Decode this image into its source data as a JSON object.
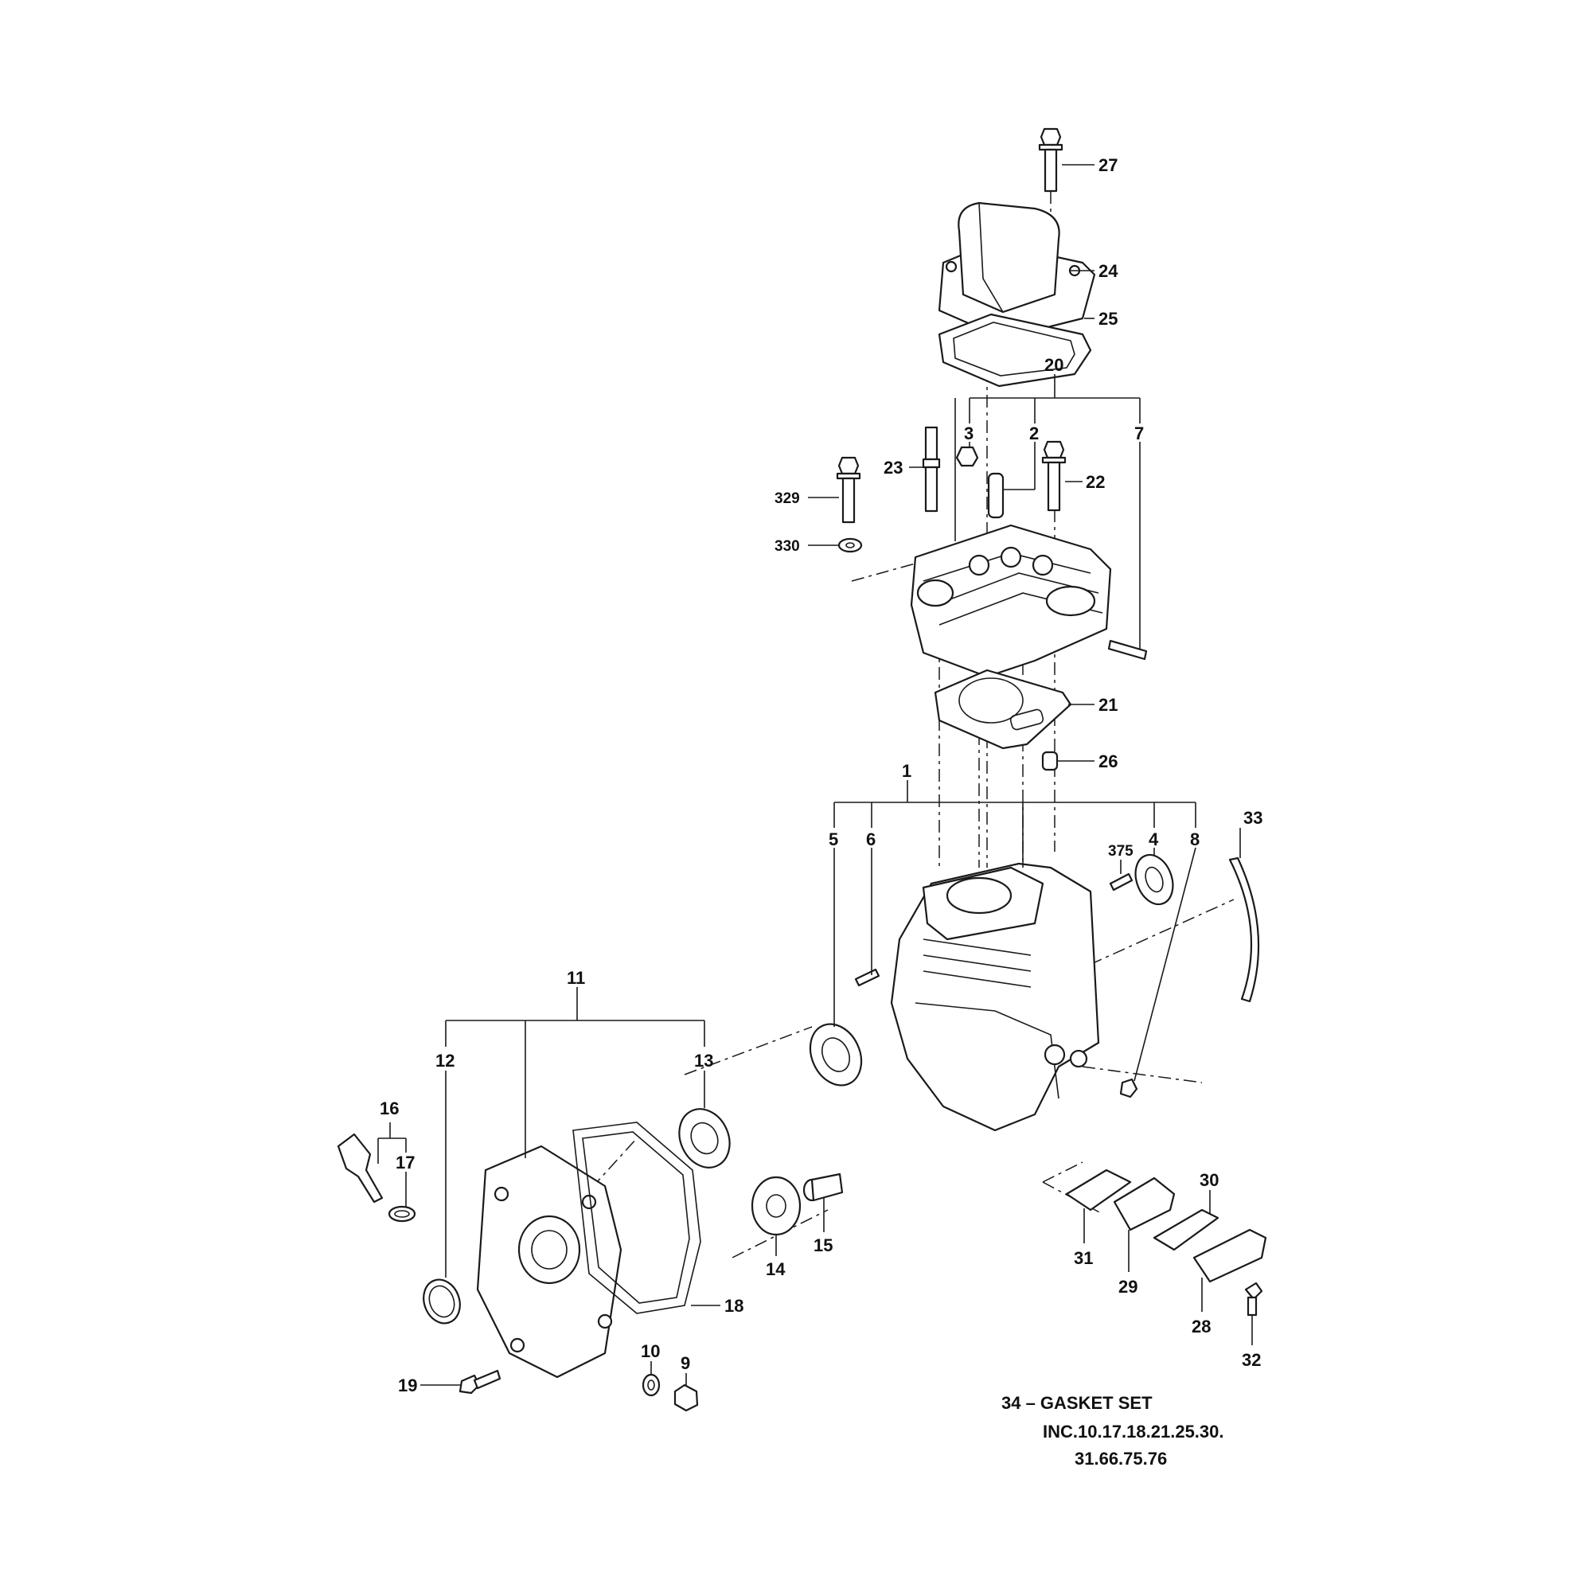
{
  "labels": {
    "p27": "27",
    "p24": "24",
    "p25": "25",
    "p20": "20",
    "p3": "3",
    "p2": "2",
    "p7": "7",
    "p23": "23",
    "p22": "22",
    "p329": "329",
    "p330": "330",
    "p21": "21",
    "p26": "26",
    "p1": "1",
    "p5": "5",
    "p6": "6",
    "p375": "375",
    "p4": "4",
    "p8": "8",
    "p33": "33",
    "p11": "11",
    "p12": "12",
    "p13": "13",
    "p16": "16",
    "p17": "17",
    "p14": "14",
    "p15": "15",
    "p18": "18",
    "p19": "19",
    "p10": "10",
    "p9": "9",
    "p30": "30",
    "p31": "31",
    "p29": "29",
    "p28": "28",
    "p32": "32"
  },
  "note": {
    "line1": "34 –  GASKET SET",
    "line2": "INC.10.17.18.21.25.30.",
    "line3": "31.66.75.76"
  }
}
